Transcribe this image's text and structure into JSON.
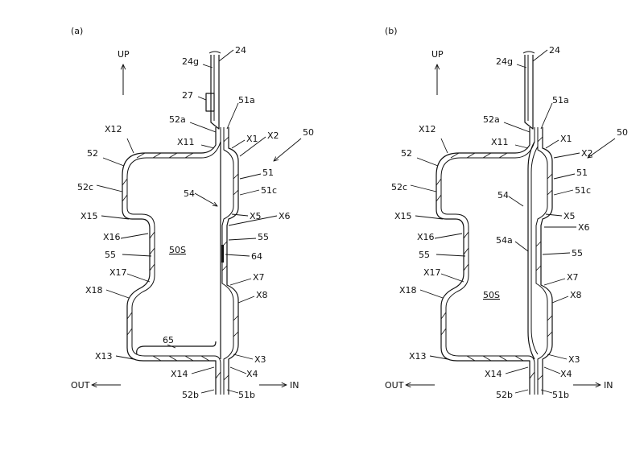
{
  "panels": [
    {
      "key": "a",
      "label": "(a)",
      "up": "UP",
      "out": "OUT",
      "in": "IN",
      "space": "50S",
      "labels": {
        "24": "24",
        "24g": "24g",
        "27": "27",
        "51a": "51a",
        "52a": "52a",
        "X1": "X1",
        "X2": "X2",
        "X11": "X11",
        "X12": "X12",
        "50": "50",
        "52": "52",
        "51": "51",
        "52c": "52c",
        "51c": "51c",
        "54": "54",
        "X15": "X15",
        "X5": "X5",
        "X6": "X6",
        "X16": "X16",
        "55L": "55",
        "55R": "55",
        "64": "64",
        "X17": "X17",
        "X7": "X7",
        "X18": "X18",
        "X8": "X8",
        "65": "65",
        "X13": "X13",
        "X3": "X3",
        "X14": "X14",
        "X4": "X4",
        "52b": "52b",
        "51b": "51b"
      }
    },
    {
      "key": "b",
      "label": "(b)",
      "up": "UP",
      "out": "OUT",
      "in": "IN",
      "space": "50S",
      "labels": {
        "24": "24",
        "24g": "24g",
        "51a": "51a",
        "52a": "52a",
        "X1": "X1",
        "X2": "X2",
        "X11": "X11",
        "X12": "X12",
        "50": "50",
        "52": "52",
        "51": "51",
        "52c": "52c",
        "51c": "51c",
        "54": "54",
        "54a": "54a",
        "X15": "X15",
        "X5": "X5",
        "X6": "X6",
        "X16": "X16",
        "55L": "55",
        "55R": "55",
        "X17": "X17",
        "X7": "X7",
        "X18": "X18",
        "X8": "X8",
        "X13": "X13",
        "X3": "X3",
        "X14": "X14",
        "X4": "X4",
        "52b": "52b",
        "51b": "51b"
      }
    }
  ]
}
